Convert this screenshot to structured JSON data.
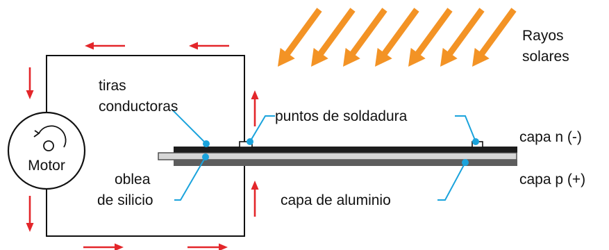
{
  "labels": {
    "sun_rays_line1": "Rayos",
    "sun_rays_line2": "solares",
    "conductive_strips_line1": "tiras",
    "conductive_strips_line2": "conductoras",
    "solder_points": "puntos de soldadura",
    "motor": "Motor",
    "wafer_line1": "oblea",
    "wafer_line2": "de silicio",
    "n_layer": "capa n (-)",
    "p_layer": "capa p (+)",
    "aluminum_layer": "capa de aluminio"
  },
  "colors": {
    "ray": "#f39325",
    "current_arrow": "#e3262a",
    "leader_line": "#1aa3dc",
    "wire": "#111111",
    "n_layer": "#1c1c1c",
    "wafer": "#d6d6d6",
    "aluminum": "#5d5d5d"
  },
  "icons": {
    "motor_rotation": "counterclockwise-rotation-icon"
  }
}
